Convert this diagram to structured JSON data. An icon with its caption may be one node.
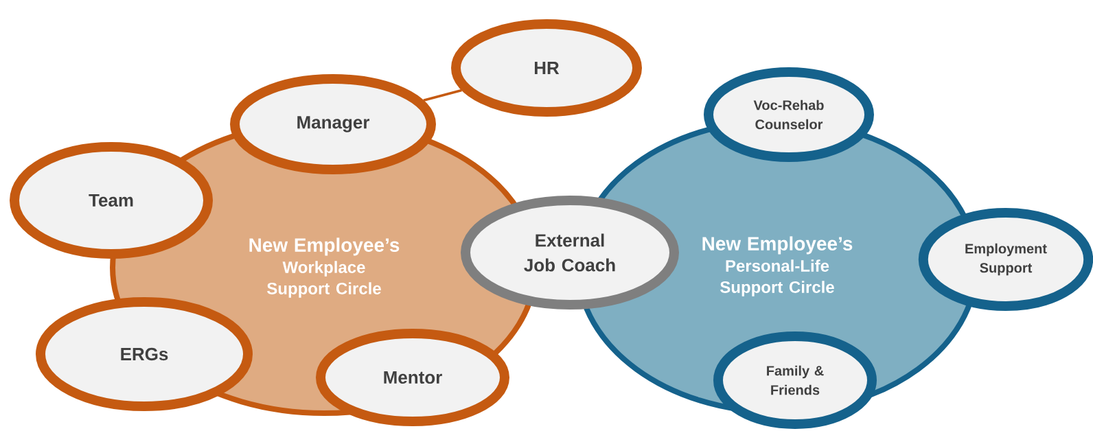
{
  "diagram": {
    "nodes": [
      {
        "text": [
          "New Employee’s",
          "Workplace Support Circle"
        ]
      },
      {
        "text": [
          "New Employee’s",
          "Personal-Life Support Circle"
        ]
      },
      {
        "text": [
          "HR"
        ]
      },
      {
        "text": [
          "Manager"
        ]
      },
      {
        "text": [
          "Voc-Rehab Counselor"
        ]
      },
      {
        "text": [
          "Team"
        ]
      },
      {
        "text": [
          "External Job Coach"
        ]
      },
      {
        "text": [
          "Employment Support"
        ]
      },
      {
        "text": [
          "ERGs"
        ]
      },
      {
        "text": [
          "Mentor"
        ]
      },
      {
        "text": [
          "Family & Friends"
        ]
      }
    ],
    "edges": [
      {
        "from": 2,
        "to": 3,
        "arrow": "none"
      }
    ]
  }
}
